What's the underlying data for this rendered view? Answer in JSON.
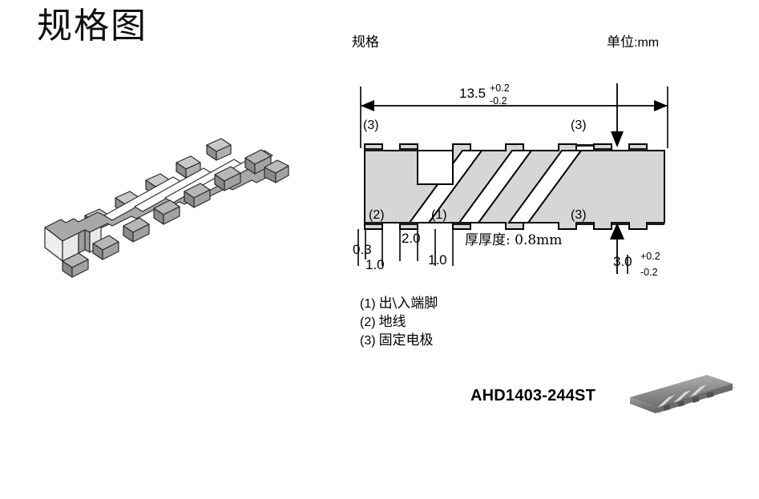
{
  "page": {
    "title": "规格图"
  },
  "header": {
    "spec_label": "规格",
    "unit_label_cn": "单位",
    "unit_label_value": ":mm"
  },
  "drawing": {
    "overall_length": {
      "value": "13.5",
      "tol_plus": "+0.2",
      "tol_minus": "-0.2"
    },
    "width": {
      "value": "3.0",
      "tol_plus": "+0.2",
      "tol_minus": "-0.2"
    },
    "thickness_note": "厚厚度: 0.8mm",
    "dims": {
      "d_0_3": "0.3",
      "d_1_0_left": "1.0",
      "d_2_0": "2.0",
      "d_1_0_mid": "1.0"
    },
    "callouts": {
      "top_left": "(3)",
      "top_right": "(3)",
      "bottom_left_2": "(2)",
      "bottom_mid_1": "(1)",
      "bottom_right_3": "(3)"
    }
  },
  "legend": {
    "items": [
      {
        "num": "(1)",
        "text": "出\\入端脚"
      },
      {
        "num": "(2)",
        "text": "地线"
      },
      {
        "num": "(3)",
        "text": "固定电极"
      }
    ]
  },
  "part": {
    "number": "AHD1403-244ST"
  },
  "colors": {
    "body_fill": "#d6d6d6",
    "iso_fill": "#a0a0a0",
    "iso_fill_light": "#c2c2c2",
    "iso_fill_white": "#f2f2f2",
    "line": "#000000",
    "photo_body": "#8d8d8d"
  }
}
